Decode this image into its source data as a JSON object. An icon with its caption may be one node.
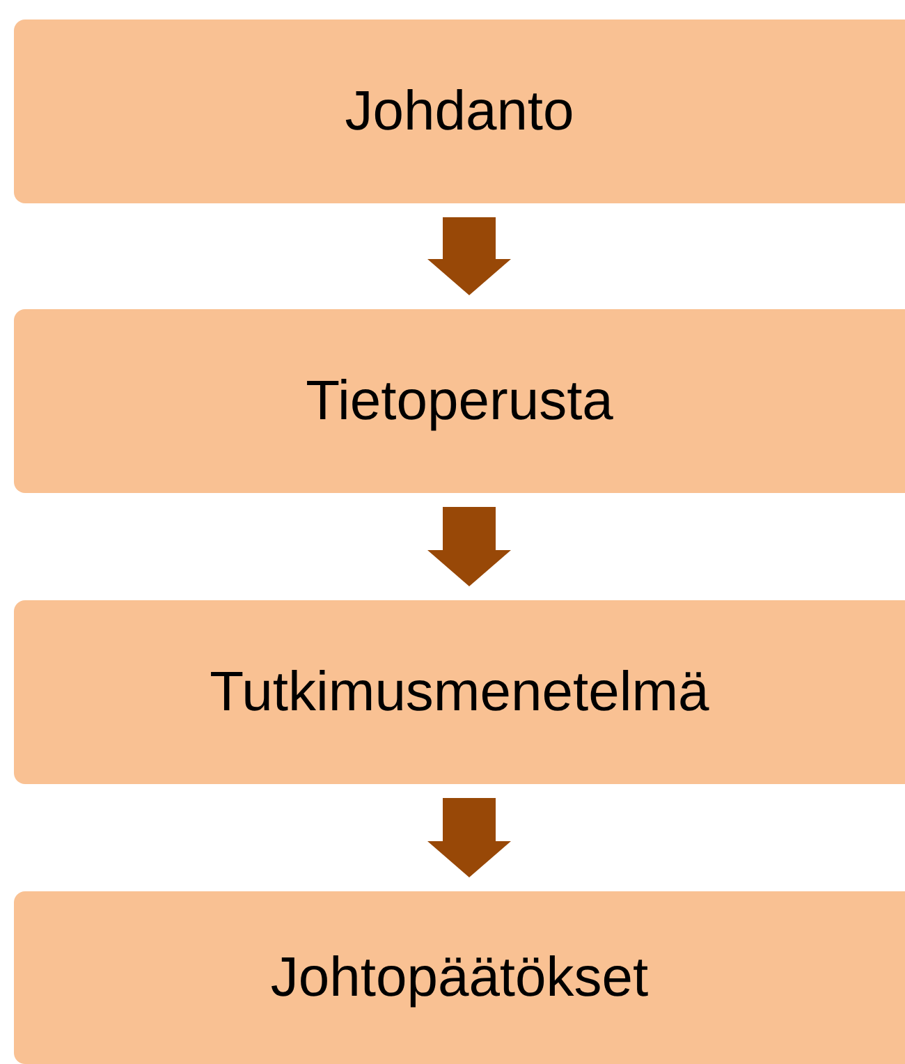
{
  "diagram": {
    "nodes": [
      {
        "text": [
          "Johdanto"
        ]
      },
      {
        "text": [
          "Tietoperusta"
        ]
      },
      {
        "text": [
          "Tutkimusmenetelmä"
        ]
      },
      {
        "text": [
          "Johtopäätökset"
        ]
      }
    ],
    "edges": [
      {
        "from": 0,
        "to": 1,
        "arrow": "to"
      },
      {
        "from": 1,
        "to": 2,
        "arrow": "to"
      },
      {
        "from": 2,
        "to": 3,
        "arrow": "to"
      }
    ]
  }
}
